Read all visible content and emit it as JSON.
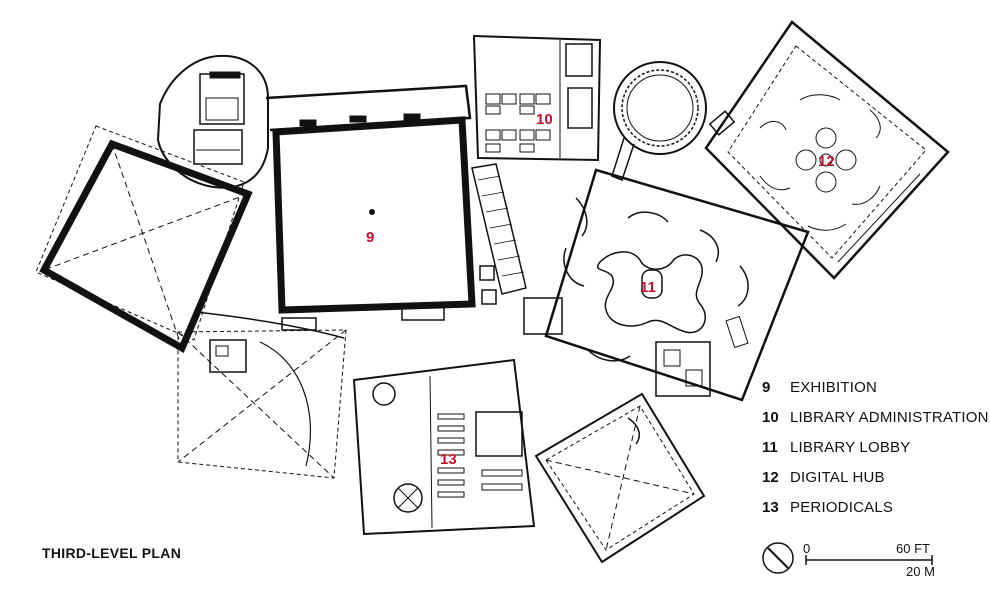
{
  "plan_title": "THIRD-LEVEL PLAN",
  "rooms": [
    {
      "number": "9",
      "name": "EXHIBITION"
    },
    {
      "number": "10",
      "name": "LIBRARY ADMINISTRATION"
    },
    {
      "number": "11",
      "name": "LIBRARY LOBBY"
    },
    {
      "number": "12",
      "name": "DIGITAL HUB"
    },
    {
      "number": "13",
      "name": "PERIODICALS"
    }
  ],
  "scale": {
    "start": "0",
    "feet": "60 FT",
    "meters": "20 M"
  },
  "colors": {
    "room_number": "#c8102e",
    "linework": "#111111"
  }
}
